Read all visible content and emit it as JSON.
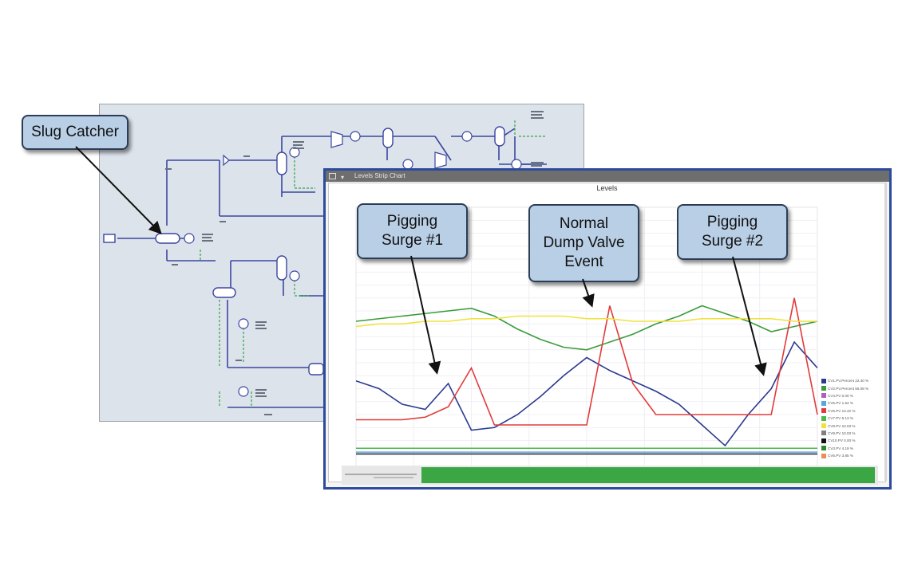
{
  "callouts": {
    "slug_catcher": "Slug Catcher",
    "pigging_surge_1": "Pigging\nSurge #1",
    "normal_dump_valve": "Normal\nDump Valve\nEvent",
    "pigging_surge_2": "Pigging\nSurge #2"
  },
  "window": {
    "title": "Levels Strip Chart"
  },
  "chart_data": {
    "type": "line",
    "title": "Levels",
    "xlabel": "",
    "ylabel": "",
    "ylim": [
      0,
      100
    ],
    "grid": true,
    "legend_position": "right",
    "x": [
      0,
      5,
      10,
      15,
      20,
      25,
      30,
      35,
      40,
      45,
      50,
      55,
      60,
      65,
      70,
      75,
      80,
      85,
      90,
      95,
      100
    ],
    "series": [
      {
        "name": "CV1.PV.Percent 22.40 %",
        "color": "#2b3a8f",
        "values": [
          33,
          30,
          24,
          22,
          32,
          14,
          15,
          20,
          27,
          35,
          42,
          37,
          33,
          29,
          24,
          16,
          8,
          20,
          30,
          48,
          38
        ]
      },
      {
        "name": "CV2.PV.Percent 55.08 %",
        "color": "#3a9c3a",
        "values": [
          56,
          57,
          58,
          59,
          60,
          61,
          58,
          53,
          49,
          46,
          45,
          48,
          51,
          55,
          58,
          62,
          59,
          56,
          52,
          54,
          56
        ]
      },
      {
        "name": "CV4.PV 0.00 %",
        "color": "#b05fc0",
        "values": []
      },
      {
        "name": "CV5.PV 1.64 %",
        "color": "#59a7e0",
        "values": []
      },
      {
        "name": "CV6.PV 13.42 %",
        "color": "#e23a3a",
        "values": [
          18,
          18,
          18,
          19,
          23,
          38,
          16,
          16,
          16,
          16,
          16,
          62,
          32,
          20,
          20,
          20,
          20,
          20,
          20,
          65,
          20
        ]
      },
      {
        "name": "CV7.PV 5.13 %",
        "color": "#4cb84c",
        "values": []
      },
      {
        "name": "CV8.PV 10.03 %",
        "color": "#f0e23a",
        "values": [
          54,
          55,
          55,
          56,
          56,
          57,
          57,
          58,
          58,
          58,
          57,
          57,
          56,
          56,
          56,
          57,
          57,
          57,
          57,
          56,
          56
        ]
      },
      {
        "name": "CV9.PV 10.03 %",
        "color": "#7f7f7f",
        "values": []
      },
      {
        "name": "CV10.PV 0.00 %",
        "color": "#111111",
        "values": []
      },
      {
        "name": "CV3.PV 4.19 %",
        "color": "#2c8a2c",
        "values": []
      },
      {
        "name": "CV6.PV 3.85 %",
        "color": "#f08a5a",
        "values": []
      }
    ]
  }
}
